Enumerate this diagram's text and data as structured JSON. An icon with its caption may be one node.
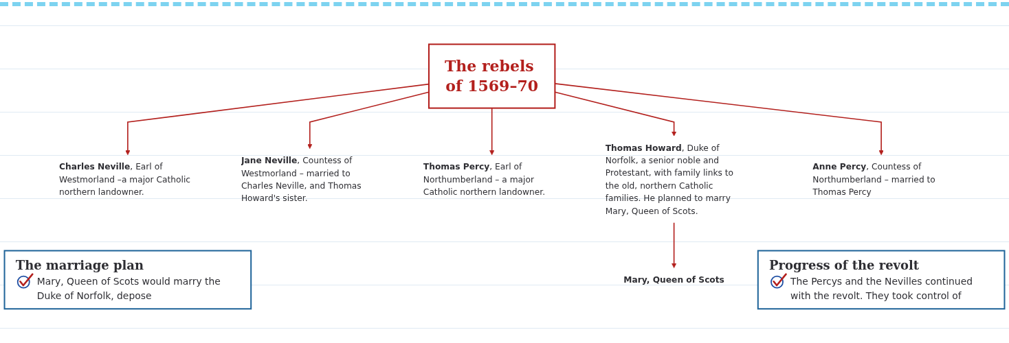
{
  "diagram": {
    "nodes": [
      {
        "text": [
          "**Charles Neville**, Earl of Westmorland –a major Catholic northern landowner."
        ]
      },
      {
        "text": [
          "**Jane Neville**, Countess of Westmorland – married to Charles Neville, and Thomas Howard's sister."
        ]
      },
      {
        "text": [
          "**Thomas Percy**, Earl of Northumberland – a major Catholic northern landowner."
        ]
      },
      {
        "text": [
          "The rebels of 1569–70"
        ]
      },
      {
        "text": [
          "**Thomas Howard**, Duke of Norfolk, a senior noble and Protestant, with family links to the old, northern Catholic families. He planned to marry Mary, Queen of Scots."
        ]
      },
      {
        "text": [
          "**Anne Percy**, Countess of Northumberland – married to Thomas Percy"
        ]
      },
      {
        "text": [
          "Mary, Queen of Scots"
        ]
      },
      {
        "text": [
          "The marriage plan",
          "Mary, Queen of Scots would marry the Duke of Norfolk, depose"
        ]
      },
      {
        "text": [
          "Progress of the revolt",
          "The Percys and the Nevilles continued with the revolt. They took control of"
        ]
      }
    ],
    "edges": [
      {
        "from": 3,
        "to": 0,
        "arrow": "to"
      },
      {
        "from": 3,
        "to": 1,
        "arrow": "to"
      },
      {
        "from": 3,
        "to": 2,
        "arrow": "to"
      },
      {
        "from": 3,
        "to": 4,
        "arrow": "to"
      },
      {
        "from": 3,
        "to": 5,
        "arrow": "to"
      },
      {
        "from": 4,
        "to": 6,
        "arrow": "to"
      }
    ]
  }
}
